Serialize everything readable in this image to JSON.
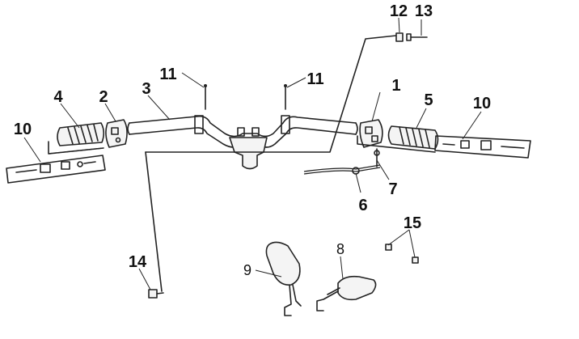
{
  "part_labels": {
    "p1": "1",
    "p2": "2",
    "p3": "3",
    "p4": "4",
    "p5": "5",
    "p6": "6",
    "p7": "7",
    "p8": "8",
    "p9": "9",
    "p10_left": "10",
    "p10_right": "10",
    "p11_left": "11",
    "p11_right": "11",
    "p12": "12",
    "p13": "13",
    "p14": "14",
    "p15": "15"
  },
  "colors": {
    "line": "#222222",
    "background": "#ffffff"
  }
}
